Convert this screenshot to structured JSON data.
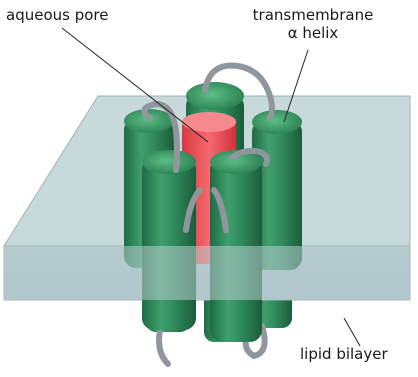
{
  "labels": {
    "aqueous_pore": "aqueous pore",
    "transmembrane_line1": "transmembrane",
    "transmembrane_line2": "α helix",
    "lipid_bilayer": "lipid bilayer"
  },
  "colors": {
    "background": "#ffffff",
    "membrane_face": "#b7ccd0",
    "membrane_top": "#c9dadd",
    "membrane_edge": "#9fb4b8",
    "helix_green": "#2f8a5c",
    "helix_green_light": "#4fb07c",
    "helix_green_dark": "#1f6a43",
    "pore_red": "#e8505a",
    "pore_red_light": "#f37c82",
    "loop_gray": "#8f979d",
    "leader_line": "#222222"
  }
}
